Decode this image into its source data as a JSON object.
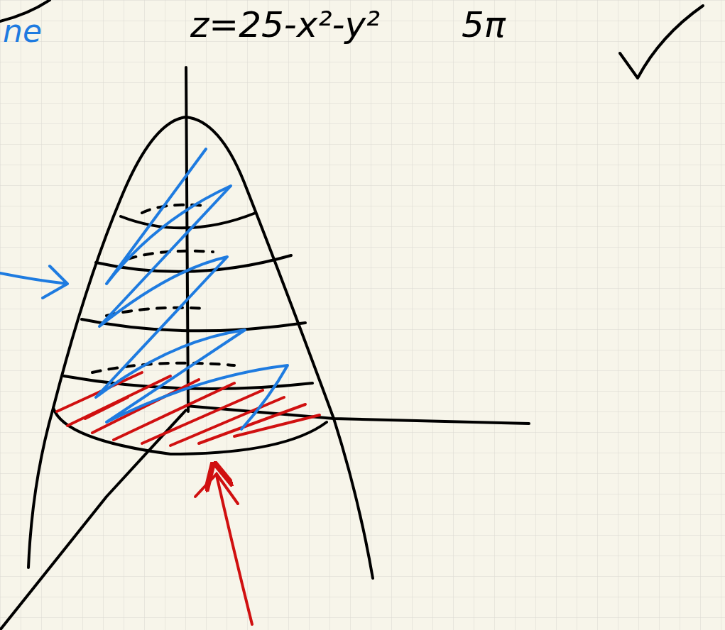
{
  "diagram": {
    "labels": [
      "z=25-x²-y²",
      "5π",
      "ne"
    ]
  }
}
